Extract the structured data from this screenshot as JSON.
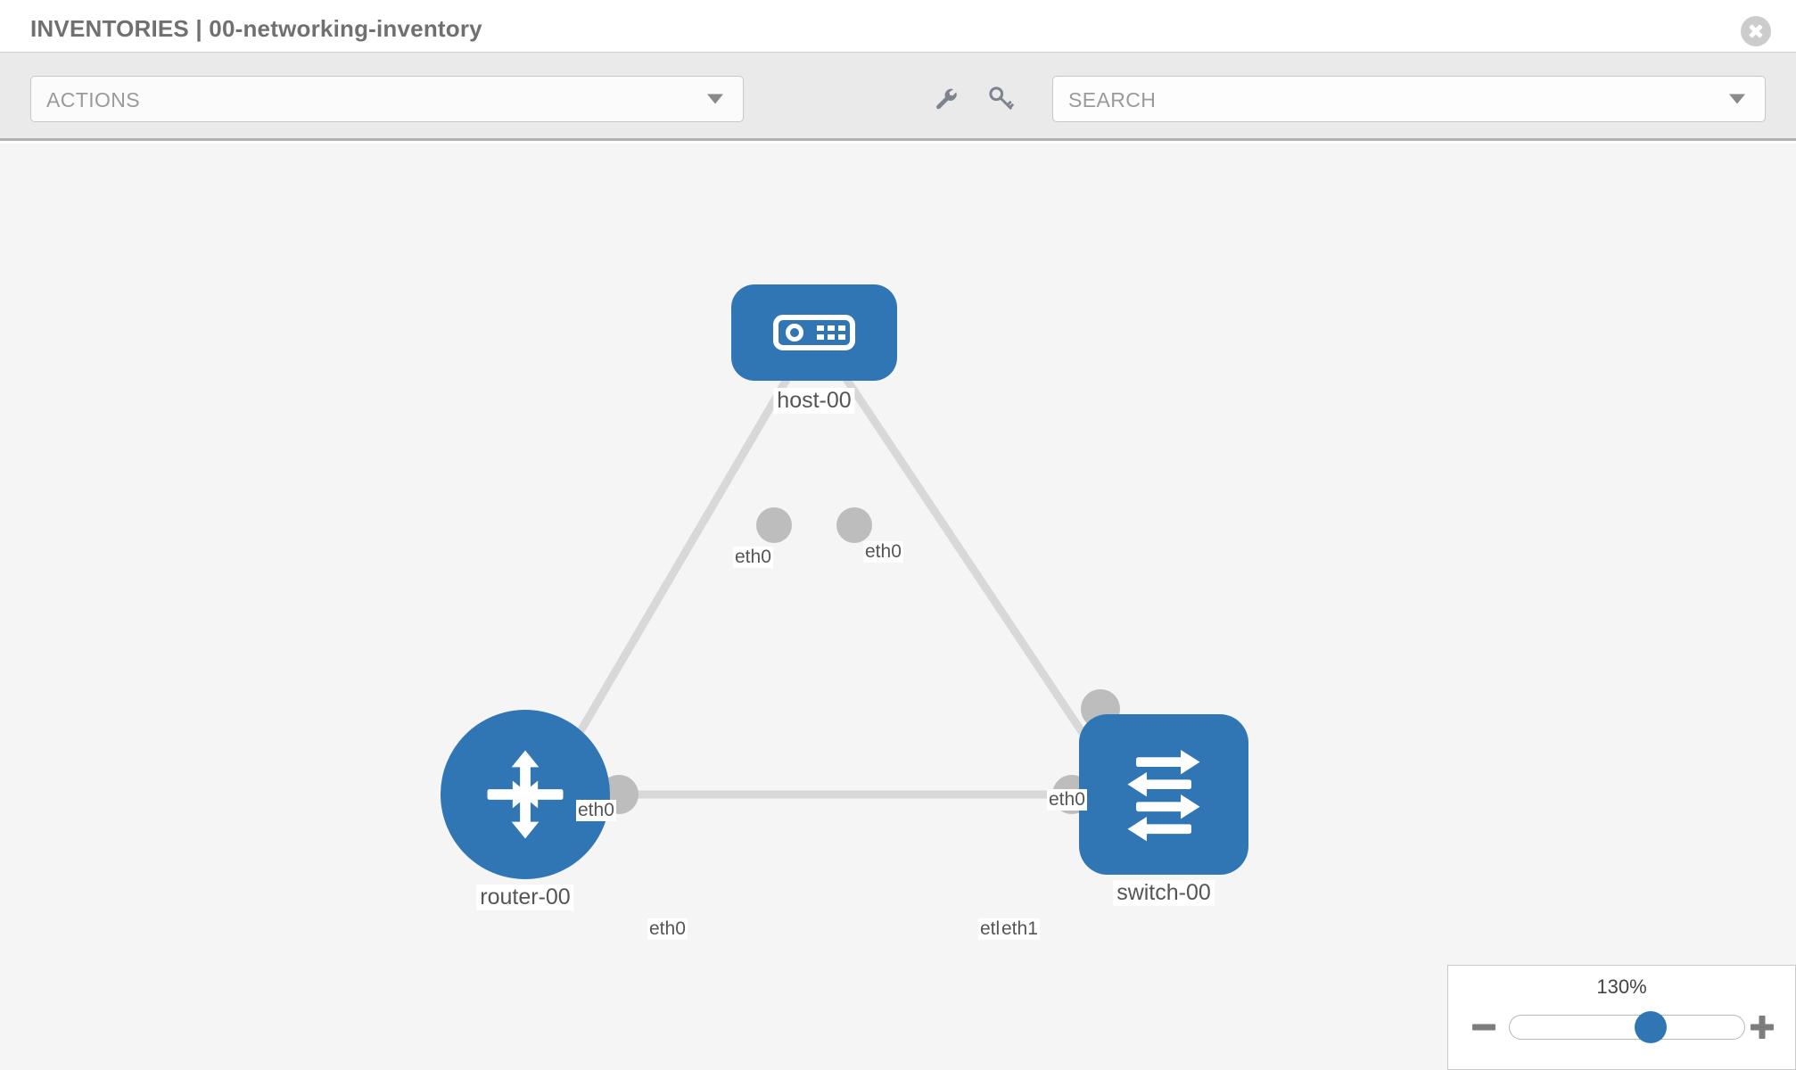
{
  "header": {
    "title": "INVENTORIES | 00-networking-inventory",
    "close_icon": "close-circle-icon"
  },
  "toolbar": {
    "actions_label": "ACTIONS",
    "actions_caret_icon": "chevron-down-icon",
    "wrench_icon": "wrench-icon",
    "key_icon": "key-icon",
    "search_placeholder": "SEARCH",
    "search_value": "",
    "search_caret_icon": "chevron-down-icon"
  },
  "topology": {
    "nodes": [
      {
        "id": "host-00",
        "label": "host-00",
        "type": "host",
        "icon": "server-icon",
        "shape": "rounded-rect",
        "color": "#3176b4"
      },
      {
        "id": "router-00",
        "label": "router-00",
        "type": "router",
        "icon": "router-arrows-icon",
        "shape": "circle",
        "color": "#3176b4"
      },
      {
        "id": "switch-00",
        "label": "switch-00",
        "type": "switch",
        "icon": "switch-arrows-icon",
        "shape": "rounded-square",
        "color": "#3176b4"
      }
    ],
    "links": [
      {
        "from": "host-00",
        "to": "router-00",
        "from_label": "eth0",
        "to_label": "eth0"
      },
      {
        "from": "host-00",
        "to": "switch-00",
        "from_label": "eth0",
        "to_label": "eth0"
      },
      {
        "from": "router-00",
        "to": "switch-00",
        "from_label": "eth0",
        "to_label": "eth1"
      }
    ],
    "edge_labels": {
      "host_left": "eth0",
      "host_right": "eth0",
      "router_upper": "eth0",
      "switch_upper": "eth0",
      "router_right": "eth0",
      "switch_left_overlap": "etl",
      "switch_left": "eth1"
    },
    "link_color": "#d8d8d8",
    "connector_color": "#bdbdbd"
  },
  "zoom_control": {
    "value_label": "130%",
    "percent": 130,
    "minus_icon": "minus-icon",
    "plus_icon": "plus-icon",
    "thumb_position_pct": 60
  }
}
